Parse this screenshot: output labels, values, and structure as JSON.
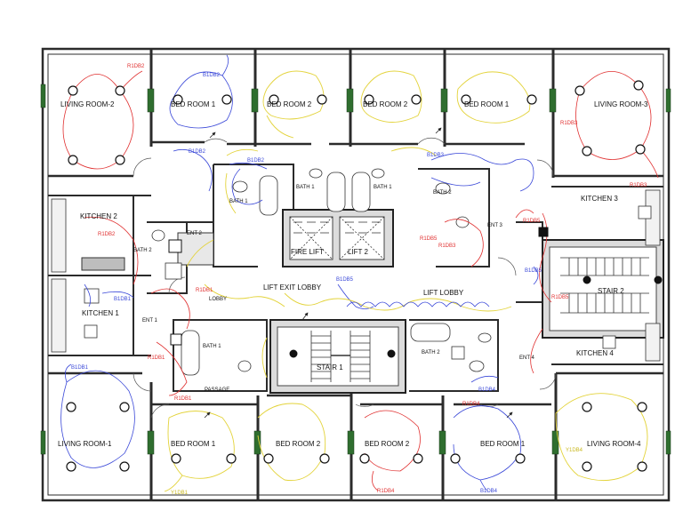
{
  "colors": {
    "wall": "#2b2b2b",
    "slab": "#dcdcdc",
    "red_circuit": "#e03030",
    "blue_circuit": "#3a48d8",
    "yellow_circuit": "#e3d33a",
    "window": "#2f6e2f"
  },
  "rooms": {
    "living_room_2": "LIVING ROOM-2",
    "bed_room_1_a": "BED ROOM 1",
    "bed_room_2_a": "BED ROOM 2",
    "bed_room_2_b": "BED ROOM 2",
    "bed_room_1_b": "BED ROOM 1",
    "living_room_3": "LIVING ROOM-3",
    "kitchen_2": "KITCHEN 2",
    "kitchen_3": "KITCHEN 3",
    "kitchen_1": "KITCHEN 1",
    "kitchen_4": "KITCHEN 4",
    "bath_a": "BATH 2",
    "bath_b": "BATH 1",
    "bath_c": "BATH 1",
    "bath_d": "BATH 2",
    "bath_e": "BATH 1",
    "bath_f": "BATH 1",
    "bath_g": "BATH 2",
    "fire_lift": "FIRE LIFT",
    "lift_2": "LIFT 2",
    "lift_exit_lobby": "LIFT EXIT LOBBY",
    "lift_lobby": "LIFT LOBBY",
    "lobby": "LOBBY",
    "stair_1": "STAIR 1",
    "stair_2": "STAIR 2",
    "ent_1": "ENT 1",
    "ent_2": "ENT 2",
    "ent_3": "ENT 3",
    "ent_4": "ENT 4",
    "passage": "PASSAGE",
    "living_room_1": "LIVING ROOM-1",
    "bed_room_1_c": "BED ROOM 1",
    "bed_room_2_c": "BED ROOM 2",
    "bed_room_2_d": "BED ROOM 2",
    "bed_room_1_d": "BED ROOM 1",
    "living_room_4": "LIVING ROOM-4"
  },
  "circuit_tags": {
    "r1db2": "R1DB2",
    "b1db2_a": "B1DB2",
    "b1db2_b": "B1DB2",
    "b1db2_c": "B1DB2",
    "r1db3_a": "R1DB3",
    "b1db3": "B1DB3",
    "r1db3_b": "R1DB3",
    "r1db3_c": "R1DB3",
    "r1db5_a": "R1DB5",
    "r1db5_b": "R1DB5",
    "b1db5_a": "B1DB5",
    "b1db5_b": "B1DB5",
    "r1db5_c": "R1DB5",
    "r1db2_k": "R1DB2",
    "r1db1_a": "R1DB1",
    "b1db1_a": "B1DB1",
    "r1db1_b": "R1DB1",
    "b1db1_b": "B1DB1",
    "r1db1_c": "R1DB1",
    "b1db4_a": "B1DB4",
    "r1db4_a": "R1DB4",
    "r1db4_b": "R1DB4",
    "b1db4_b": "B1DB4",
    "y1db1": "Y1DB1",
    "y1db4": "Y1DB4"
  }
}
